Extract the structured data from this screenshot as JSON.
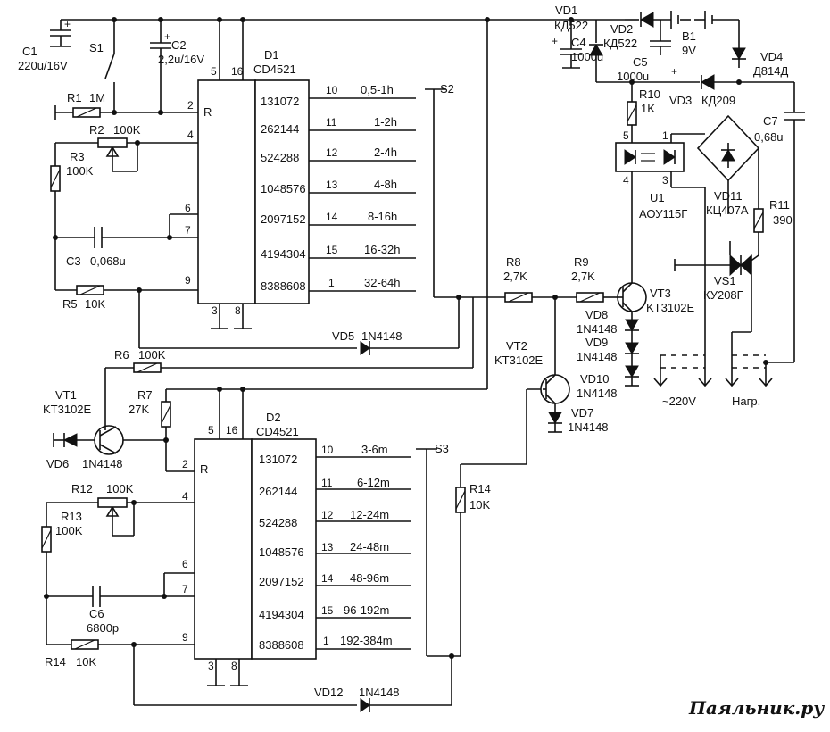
{
  "components": {
    "C1": {
      "name": "C1",
      "value": "220u/16V"
    },
    "C2": {
      "name": "C2",
      "value": "2,2u/16V"
    },
    "S1": {
      "name": "S1"
    },
    "R1": {
      "name": "R1",
      "value": "1M"
    },
    "R2": {
      "name": "R2",
      "value": "100K"
    },
    "R3": {
      "name": "R3",
      "value": "100K"
    },
    "C3": {
      "name": "C3",
      "value": "0,068u"
    },
    "R5": {
      "name": "R5",
      "value": "10K"
    },
    "R6": {
      "name": "R6",
      "value": "100K"
    },
    "VT1": {
      "name": "VT1",
      "value": "KT3102E"
    },
    "VD6": {
      "name": "VD6",
      "value": "1N4148"
    },
    "R7": {
      "name": "R7",
      "value": "27K"
    },
    "VD5": {
      "name": "VD5",
      "value": "1N4148"
    },
    "S2": {
      "name": "S2"
    },
    "S3": {
      "name": "S3"
    },
    "R8": {
      "name": "R8",
      "value": "2,7K"
    },
    "R9": {
      "name": "R9",
      "value": "2,7K"
    },
    "VT3": {
      "name": "VT3",
      "value": "KT3102E"
    },
    "VT2": {
      "name": "VT2",
      "value": "KT3102E"
    },
    "VD7": {
      "name": "VD7",
      "value": "1N4148"
    },
    "VD8": {
      "name": "VD8",
      "value": "1N4148"
    },
    "VD9": {
      "name": "VD9",
      "value": "1N4148"
    },
    "VD10": {
      "name": "VD10",
      "value": "1N4148"
    },
    "R12": {
      "name": "R12",
      "value": "100K"
    },
    "R13": {
      "name": "R13",
      "value": "100K"
    },
    "C6": {
      "name": "C6",
      "value": "6800p"
    },
    "R14a": {
      "name": "R14",
      "value": "10K"
    },
    "R14b": {
      "name": "R14",
      "value": "10K"
    },
    "VD12": {
      "name": "VD12",
      "value": "1N4148"
    },
    "VD1": {
      "name": "VD1",
      "value": "КД522"
    },
    "VD2": {
      "name": "VD2",
      "value": "КД522"
    },
    "C4": {
      "name": "C4",
      "value": "1000u"
    },
    "C5": {
      "name": "C5",
      "value": "1000u"
    },
    "B1": {
      "name": "B1",
      "value": "9V"
    },
    "VD4": {
      "name": "VD4",
      "value": "Д814Д"
    },
    "VD3": {
      "name": "VD3",
      "value": "КД209"
    },
    "R10": {
      "name": "R10",
      "value": "1K"
    },
    "C7": {
      "name": "C7",
      "value": "0,68u"
    },
    "U1": {
      "name": "U1",
      "value": "АОУ115Г"
    },
    "VD11": {
      "name": "VD11",
      "value": "КЦ407А"
    },
    "R11": {
      "name": "R11",
      "value": "390"
    },
    "VS1": {
      "name": "VS1",
      "value": "КУ208Г"
    }
  },
  "chips": {
    "D1": {
      "name": "D1",
      "type": "CD4521",
      "left_pins": [
        "2",
        "4",
        "6",
        "7",
        "9"
      ],
      "reset_label": "R",
      "top_pins": [
        "5",
        "16"
      ],
      "bottom_pins": [
        "3",
        "8"
      ],
      "outputs": [
        {
          "pin": "10",
          "count": "131072",
          "range": "0,5-1h"
        },
        {
          "pin": "11",
          "count": "262144",
          "range": "1-2h"
        },
        {
          "pin": "12",
          "count": "524288",
          "range": "2-4h"
        },
        {
          "pin": "13",
          "count": "1048576",
          "range": "4-8h"
        },
        {
          "pin": "14",
          "count": "2097152",
          "range": "8-16h"
        },
        {
          "pin": "15",
          "count": "4194304",
          "range": "16-32h"
        },
        {
          "pin": "1",
          "count": "8388608",
          "range": "32-64h"
        }
      ]
    },
    "D2": {
      "name": "D2",
      "type": "CD4521",
      "left_pins": [
        "2",
        "4",
        "6",
        "7",
        "9"
      ],
      "reset_label": "R",
      "top_pins": [
        "5",
        "16"
      ],
      "bottom_pins": [
        "3",
        "8"
      ],
      "outputs": [
        {
          "pin": "10",
          "count": "131072",
          "range": "3-6m"
        },
        {
          "pin": "11",
          "count": "262144",
          "range": "6-12m"
        },
        {
          "pin": "12",
          "count": "524288",
          "range": "12-24m"
        },
        {
          "pin": "13",
          "count": "1048576",
          "range": "24-48m"
        },
        {
          "pin": "14",
          "count": "2097152",
          "range": "48-96m"
        },
        {
          "pin": "15",
          "count": "4194304",
          "range": "96-192m"
        },
        {
          "pin": "1",
          "count": "8388608",
          "range": "192-384m"
        }
      ]
    }
  },
  "u1_pins": [
    "5",
    "1",
    "4",
    "3"
  ],
  "terminals": {
    "mains": "~220V",
    "load": "Нагр."
  },
  "watermark": "Паяльник.ру"
}
